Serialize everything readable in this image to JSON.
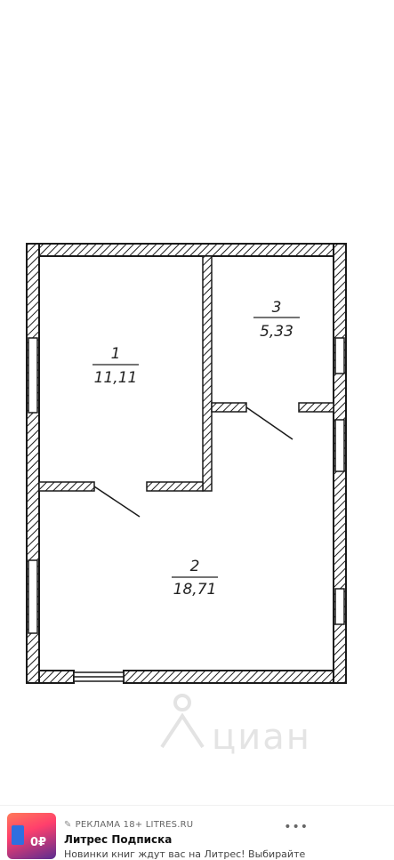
{
  "rooms": [
    {
      "number": "1",
      "area": "11,11"
    },
    {
      "number": "2",
      "area": "18,71"
    },
    {
      "number": "3",
      "area": "5,33"
    }
  ],
  "watermark": {
    "text": "циан",
    "icon": "cian-logo-icon"
  },
  "ad": {
    "meta_icon": "ad-badge-icon",
    "label": "РЕКЛАМА",
    "age": "18+",
    "domain": "LITRES.RU",
    "title": "Литрес Подписка",
    "description": "Новинки книг ждут вас на Литрес! Выбирайте",
    "more_icon": "more-dots-icon",
    "thumb_price": "0₽"
  },
  "colors": {
    "wall": "#1a1a1a",
    "background": "#ffffff"
  }
}
